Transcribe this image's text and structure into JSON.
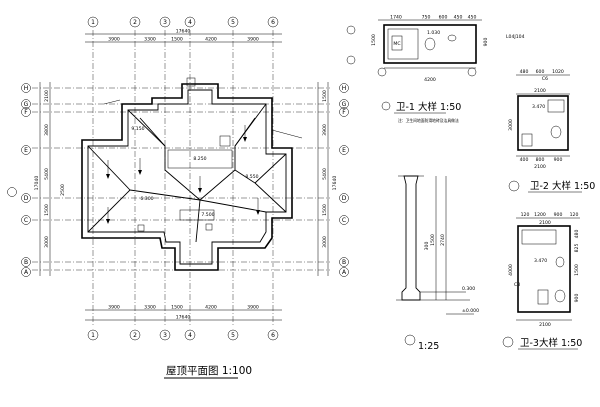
{
  "main_plan": {
    "title": "屋顶平面图 1:100",
    "top_axes": [
      "1",
      "2",
      "3",
      "4",
      "5",
      "6"
    ],
    "bottom_axes": [
      "1",
      "2",
      "3",
      "4",
      "5",
      "6"
    ],
    "left_axes": [
      "H",
      "G",
      "F",
      "E",
      "D",
      "C",
      "B",
      "A"
    ],
    "right_axes": [
      "H",
      "G",
      "F",
      "E",
      "D",
      "C",
      "B",
      "A"
    ],
    "top_dims": [
      "3900",
      "3300",
      "1500",
      "4200",
      "3900"
    ],
    "top_total": "17640",
    "bottom_dims": [
      "3900",
      "3300",
      "1500",
      "4200",
      "3900"
    ],
    "bottom_total": "17640",
    "left_dims": [
      "2100",
      "3800",
      "5400",
      "1500",
      "3000"
    ],
    "left_total": "17040",
    "right_dims": [
      "1500",
      "3900",
      "5400",
      "1500",
      "3000"
    ],
    "right_total": "17640",
    "inner_labels": [
      "8.250",
      "8.550",
      "7.500",
      "6.300",
      "9.150",
      "2500"
    ]
  },
  "wc1": {
    "title": "卫-1 大样 1:50",
    "code": "L04J104",
    "dims_top": [
      "1740",
      "750",
      "600",
      "450",
      "450"
    ],
    "dims_bottom": "4200",
    "dims_side": [
      "1500",
      "900"
    ],
    "labels": [
      "1.030",
      "MC"
    ],
    "note": "注：卫生间地面防滑地砖及洁具做法"
  },
  "wc2": {
    "title": "卫-2 大样 1:50",
    "dims_top": [
      "480",
      "600",
      "1020"
    ],
    "dims_top2": "2100",
    "dims_side": "3000",
    "dims_bottom": [
      "400",
      "800",
      "900"
    ],
    "dims_bottom_total": "2100",
    "labels": [
      "3.470",
      "C6"
    ]
  },
  "column": {
    "title": "1:25",
    "dims": [
      "300",
      "1500",
      "2740"
    ],
    "labels": [
      "0.300",
      "±0.000"
    ]
  },
  "wc3": {
    "title": "卫-3大样 1:50",
    "dims_top": [
      "120",
      "1200",
      "900",
      "120"
    ],
    "dims_top2": "2100",
    "dims_side": [
      "480",
      "825",
      "1500",
      "900",
      "4000"
    ],
    "dims_bottom": "2100",
    "labels": [
      "3.470",
      "C8"
    ]
  }
}
